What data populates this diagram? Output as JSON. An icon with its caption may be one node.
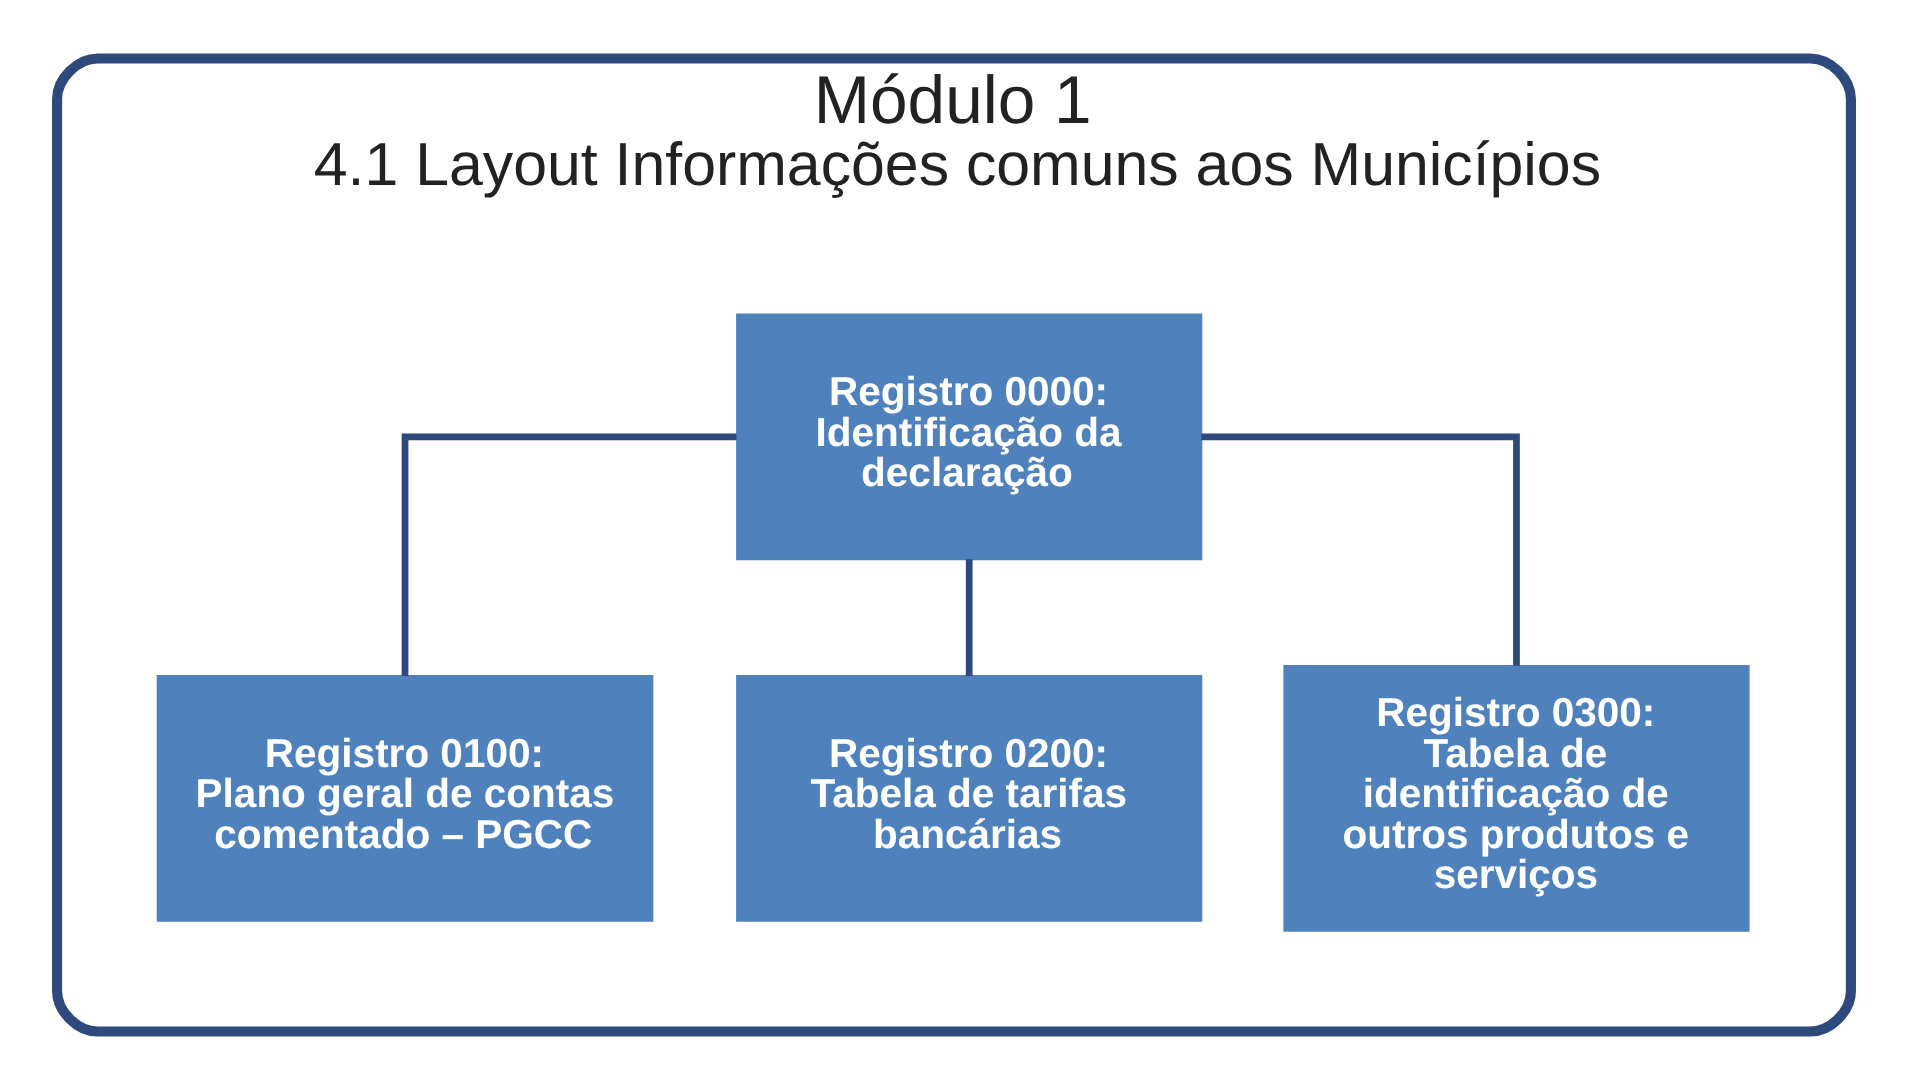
{
  "diagram": {
    "nodes": [
      {
        "text": [
          "Módulo 1",
          "4.1 Layout Informações comuns aos Municípios"
        ]
      },
      {
        "text": [
          "Registro 0000:",
          "Identificação da declaração"
        ],
        "in": 0
      },
      {
        "text": [
          "Registro 0100:",
          "Plano geral de contas comentado – PGCC"
        ],
        "in": 0
      },
      {
        "text": [
          "Registro 0200:",
          "Tabela de tarifas bancárias"
        ],
        "in": 0
      },
      {
        "text": [
          "Registro 0300:",
          "Tabela de identificação de outros produtos e serviços"
        ],
        "in": 0
      }
    ],
    "edges": [
      {
        "from": 1,
        "to": 2,
        "arrow": "none"
      },
      {
        "from": 1,
        "to": 3,
        "arrow": "none"
      },
      {
        "from": 1,
        "to": 4,
        "arrow": "none"
      }
    ]
  }
}
